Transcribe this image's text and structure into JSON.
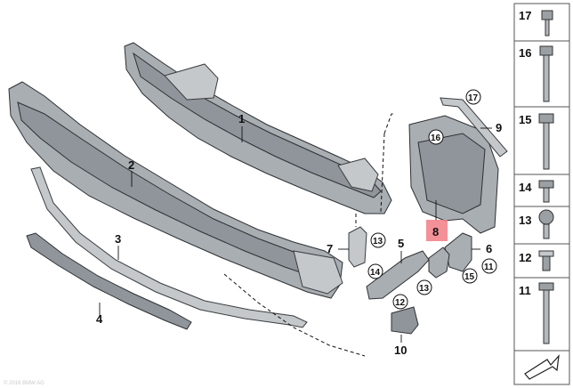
{
  "diagram": {
    "callouts": [
      "1",
      "2",
      "3",
      "4",
      "5",
      "6",
      "7",
      "8",
      "9",
      "10"
    ],
    "circled_callouts": [
      "17",
      "16",
      "13",
      "14",
      "12",
      "15",
      "11",
      "13"
    ],
    "side_parts": [
      "17",
      "16",
      "15",
      "14",
      "13",
      "12",
      "11"
    ],
    "highlighted_part": "8",
    "highlight_color": "#f27d86",
    "watermark": "© 2016 BMW AG"
  }
}
